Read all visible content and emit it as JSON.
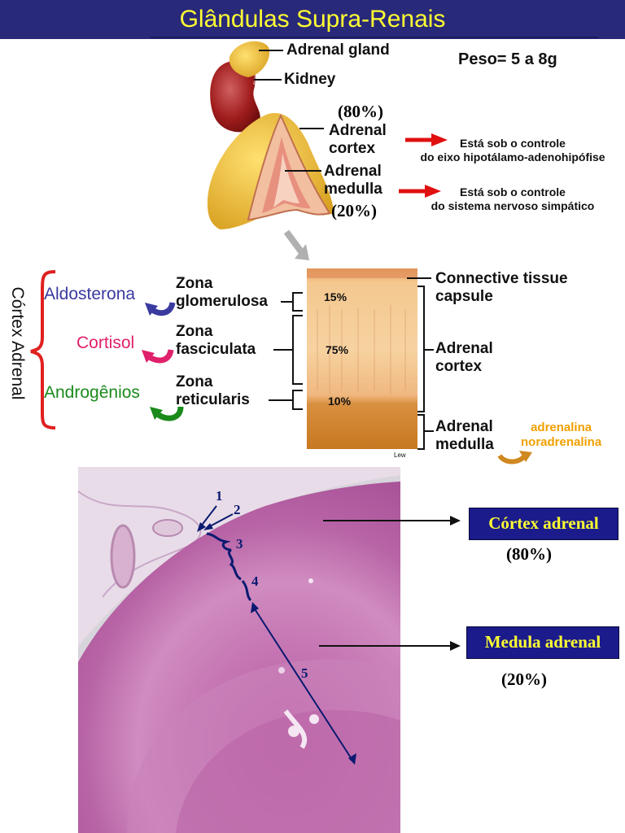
{
  "title": "Glândulas Supra-Renais",
  "top": {
    "adrenal_gland": "Adrenal gland",
    "kidney": "Kidney",
    "peso": "Peso= 5 a 8g",
    "pct_cortex": "(80%)",
    "pct_medulla": "(20%)",
    "adrenal_cortex": [
      "Adrenal",
      "cortex"
    ],
    "adrenal_medulla": [
      "Adrenal",
      "medulla"
    ],
    "control_cortex": [
      "Está sob o controle",
      "do eixo hipotálamo-adenohipófise"
    ],
    "control_medulla": [
      "Está sob o controle",
      "do sistema nervoso simpático"
    ]
  },
  "middle": {
    "cortex_side_label": "Córtex Adrenal",
    "hormones": [
      "Aldosterona",
      "Cortisol",
      "Androgênios"
    ],
    "hormone_colors": [
      "#3a3aa0",
      "#e0206a",
      "#1a8a1a"
    ],
    "zones": [
      [
        "Zona",
        "glomerulosa"
      ],
      [
        "Zona",
        "fasciculata"
      ],
      [
        "Zona",
        "reticularis"
      ]
    ],
    "zone_pcts": [
      "15%",
      "75%",
      "10%"
    ],
    "capsule": [
      "Connective tissue",
      "capsule"
    ],
    "cortex": [
      "Adrenal",
      "cortex"
    ],
    "medulla": [
      "Adrenal",
      "medulla"
    ],
    "medulla_hormones": [
      "adrenalina",
      "noradrenalina"
    ],
    "medulla_hormone_color": "#f0a000",
    "credit": "Lew"
  },
  "bottom": {
    "numbers": [
      "1",
      "2",
      "3",
      "4",
      "5"
    ],
    "cortex_box": "Córtex adrenal",
    "cortex_pct": "(80%)",
    "medulla_box": "Medula adrenal",
    "medulla_pct": "(20%)"
  }
}
